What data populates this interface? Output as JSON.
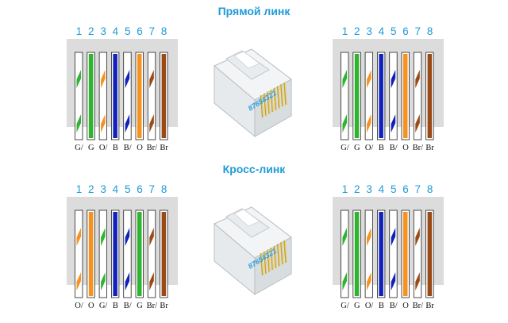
{
  "sections": [
    {
      "title": "Прямой линк",
      "left": [
        {
          "code": "bo",
          "label": "G/"
        },
        {
          "code": "g",
          "label": "G"
        },
        {
          "code": "oo",
          "label": "O/"
        },
        {
          "code": "b",
          "label": "B"
        },
        {
          "code": "bb",
          "label": "B/"
        },
        {
          "code": "o",
          "label": "O"
        },
        {
          "code": "ob",
          "label": "Br/"
        },
        {
          "code": "br",
          "label": "Br"
        }
      ],
      "right": [
        {
          "code": "bo",
          "label": "G/"
        },
        {
          "code": "g",
          "label": "G"
        },
        {
          "code": "oo",
          "label": "O/"
        },
        {
          "code": "b",
          "label": "B"
        },
        {
          "code": "bb",
          "label": "B/"
        },
        {
          "code": "o",
          "label": "O"
        },
        {
          "code": "ob",
          "label": "Br/"
        },
        {
          "code": "br",
          "label": "Br"
        }
      ]
    },
    {
      "title": "Кросс-линк",
      "left": [
        {
          "code": "oo",
          "label": "O/"
        },
        {
          "code": "o",
          "label": "O"
        },
        {
          "code": "go",
          "label": "G/"
        },
        {
          "code": "b",
          "label": "B"
        },
        {
          "code": "bb",
          "label": "B/"
        },
        {
          "code": "g",
          "label": "G"
        },
        {
          "code": "ob",
          "label": "Br/"
        },
        {
          "code": "br",
          "label": "Br"
        }
      ],
      "right": [
        {
          "code": "go",
          "label": "G/"
        },
        {
          "code": "g",
          "label": "G"
        },
        {
          "code": "oo",
          "label": "O/"
        },
        {
          "code": "b",
          "label": "B"
        },
        {
          "code": "bb",
          "label": "B/"
        },
        {
          "code": "o",
          "label": "O"
        },
        {
          "code": "ob",
          "label": "Br/"
        },
        {
          "code": "br",
          "label": "Br"
        }
      ]
    }
  ],
  "pin_numbers": [
    "1",
    "2",
    "3",
    "4",
    "5",
    "6",
    "7",
    "8"
  ],
  "connector_text": "87654321",
  "colors": {
    "green": "#2db52d",
    "orange": "#f7921e",
    "blue": "#1122bb",
    "brown": "#9a4a16",
    "accent": "#1f9bd7",
    "panel": "#dcdcdc"
  }
}
